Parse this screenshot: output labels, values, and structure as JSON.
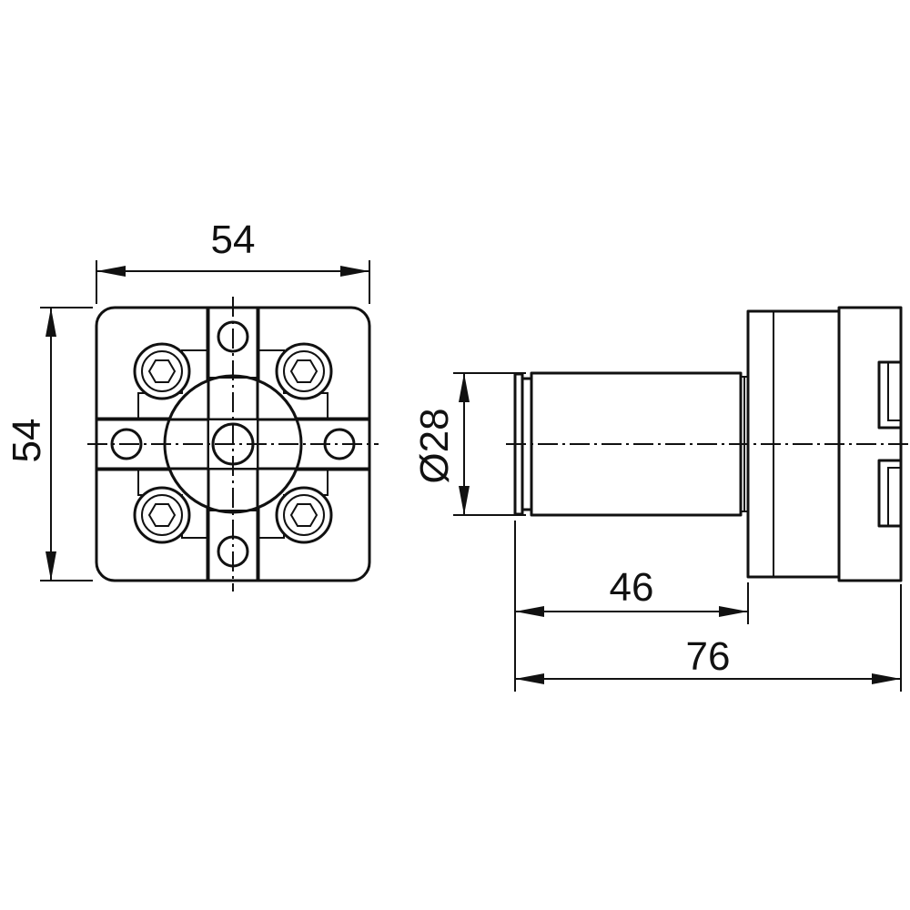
{
  "dimensions": {
    "front_width": "54",
    "front_height": "54",
    "diameter": "Ø28",
    "shank_length": "46",
    "overall_length": "76"
  }
}
